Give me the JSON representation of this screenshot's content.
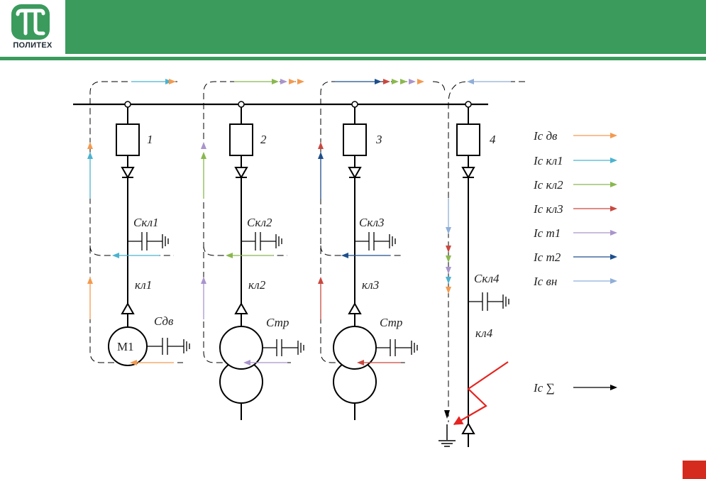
{
  "header": {
    "logo_text": "ПОЛИТЕХ",
    "brand_color": "#3a9b5c",
    "accent_corner_color": "#d52b1e"
  },
  "diagram": {
    "feeders": [
      {
        "number": "1",
        "cable_cap": "Скл1",
        "cable": "кл1",
        "load_cap": "Сдв",
        "load": "М1"
      },
      {
        "number": "2",
        "cable_cap": "Скл2",
        "cable": "кл2",
        "load_cap": "Стр"
      },
      {
        "number": "3",
        "cable_cap": "Скл3",
        "cable": "кл3",
        "load_cap": "Стр"
      },
      {
        "number": "4",
        "cable_cap": "Скл4",
        "cable": "кл4"
      }
    ],
    "legend": [
      {
        "label": "Ic дв",
        "color": "#f39a4f"
      },
      {
        "label": "Ic кл1",
        "color": "#4bb3cf"
      },
      {
        "label": "Ic кл2",
        "color": "#8ab84f"
      },
      {
        "label": "Ic кл3",
        "color": "#c9483f"
      },
      {
        "label": "Ic т1",
        "color": "#a995cc"
      },
      {
        "label": "Ic т2",
        "color": "#1e4f8c"
      },
      {
        "label": "Ic вн",
        "color": "#8faed8"
      },
      {
        "label": "Ic ∑",
        "color": "#000000"
      }
    ],
    "fault_color": "#e52421"
  }
}
